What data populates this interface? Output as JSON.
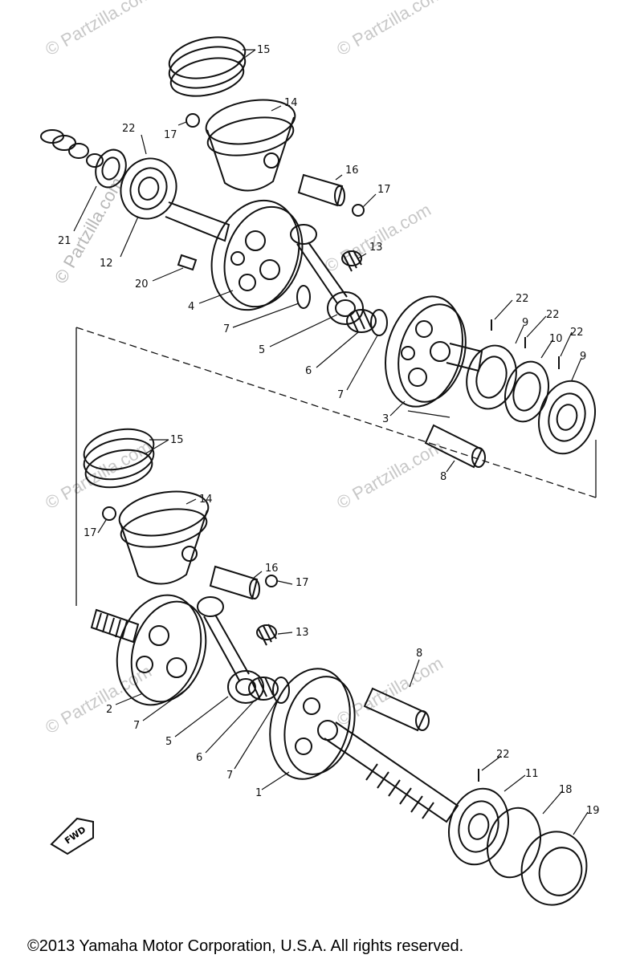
{
  "watermark": "© Partzilla.com",
  "watermark_vertical": "© Partzilla.com",
  "fwd_label": "FWD",
  "copyright": "©2013  Yamaha Motor Corporation, U.S.A. All rights reserved.",
  "callouts": {
    "c15a": "15",
    "c14a": "14",
    "c17a": "17",
    "c22a": "22",
    "c16a": "16",
    "c17b": "17",
    "c21": "21",
    "c12": "12",
    "c13a": "13",
    "c20": "20",
    "c4": "4",
    "c7a": "7",
    "c5a": "5",
    "c6a": "6",
    "c7b": "7",
    "c3": "3",
    "c22b": "22",
    "c9a": "9",
    "c22c": "22",
    "c10": "10",
    "c22d": "22",
    "c9b": "9",
    "c8a": "8",
    "c15b": "15",
    "c14b": "14",
    "c17c": "17",
    "c16b": "16",
    "c17d": "17",
    "c13b": "13",
    "c8b": "8",
    "c2": "2",
    "c7c": "7",
    "c5b": "5",
    "c6b": "6",
    "c7d": "7",
    "c1": "1",
    "c22e": "22",
    "c11": "11",
    "c18": "18",
    "c19": "19"
  }
}
